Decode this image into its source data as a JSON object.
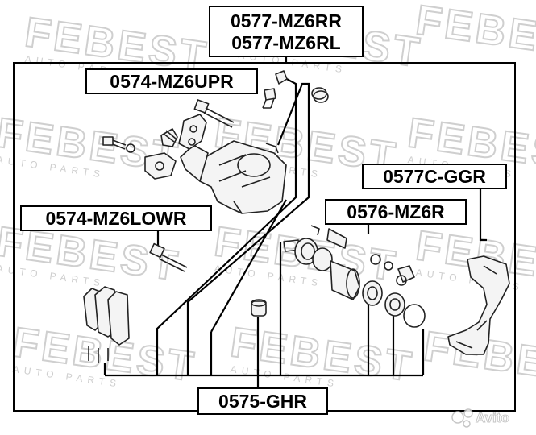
{
  "watermark": {
    "brand": "FEBEST",
    "sub": "AUTO PARTS"
  },
  "labels": {
    "rr": "0577-MZ6RR",
    "rl": "0577-MZ6RL",
    "upr": "0574-MZ6UPR",
    "lowr": "0574-MZ6LOWR",
    "ggr": "0577C-GGR",
    "mz6r": "0576-MZ6R",
    "ghr": "0575-GHR"
  },
  "corner_logo": {
    "text": "Avito"
  },
  "colors": {
    "line": "#000000",
    "watermark": "#c8c8c8"
  }
}
